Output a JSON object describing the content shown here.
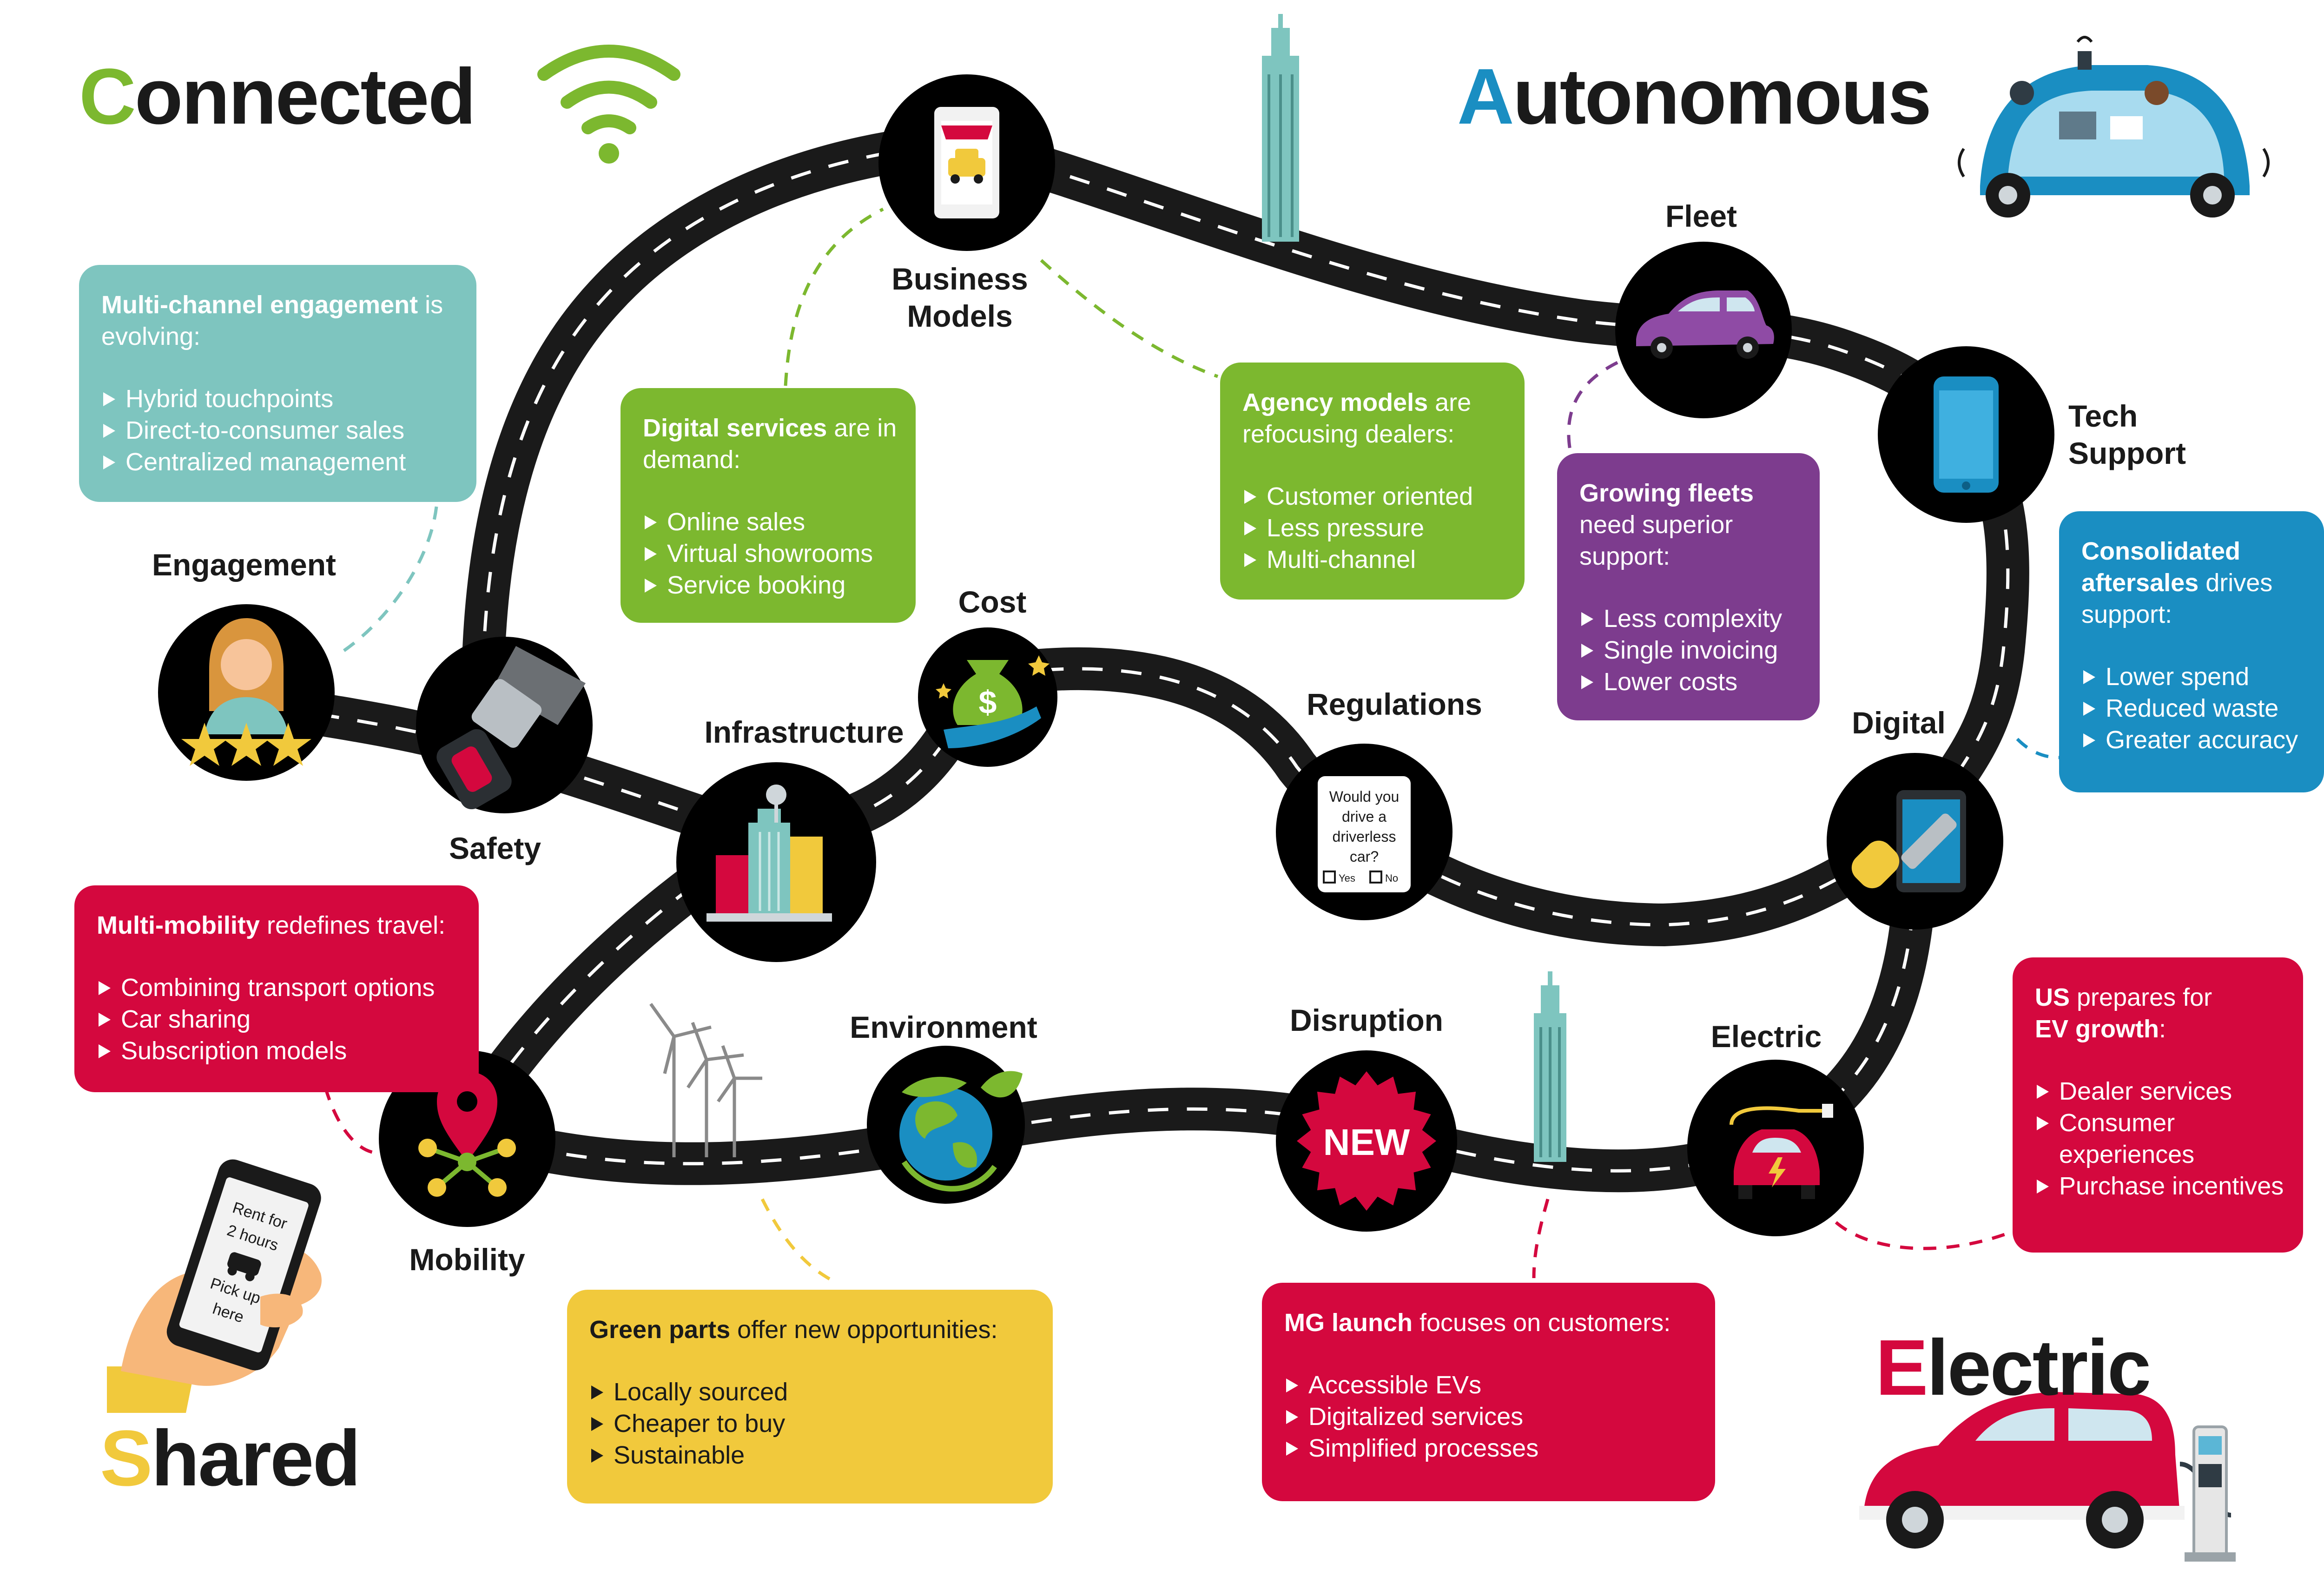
{
  "colors": {
    "road": "#1a1a1a",
    "road_stripe": "#ffffff",
    "node": "#000000",
    "connected_green": "#7cb82f",
    "autonomous_blue": "#1a8ec2",
    "shared_yellow": "#f1c93c",
    "electric_red": "#d4083e",
    "teal": "#7ec5bf",
    "purple": "#7d3c8e"
  },
  "titles": {
    "connected": {
      "first": "C",
      "rest": "onnected"
    },
    "autonomous": {
      "first": "A",
      "rest": "utonomous"
    },
    "shared": {
      "first": "S",
      "rest": "hared"
    },
    "electric": {
      "first": "E",
      "rest": "lectric"
    }
  },
  "nodes": {
    "business_models": {
      "label": "Business\nModels",
      "icon": "storefront-phone-icon"
    },
    "fleet": {
      "label": "Fleet",
      "icon": "car-icon"
    },
    "tech_support": {
      "label": "Tech\nSupport",
      "icon": "smartphone-icon"
    },
    "engagement": {
      "label": "Engagement",
      "icon": "customer-rating-icon"
    },
    "safety": {
      "label": "Safety",
      "icon": "seatbelt-icon"
    },
    "infrastructure": {
      "label": "Infrastructure",
      "icon": "city-buildings-icon"
    },
    "cost": {
      "label": "Cost",
      "icon": "money-bag-icon"
    },
    "regulations": {
      "label": "Regulations",
      "icon": "survey-card-icon"
    },
    "digital": {
      "label": "Digital",
      "icon": "tablet-screwdriver-icon"
    },
    "mobility": {
      "label": "Mobility",
      "icon": "location-pin-network-icon"
    },
    "environment": {
      "label": "Environment",
      "icon": "earth-leaf-icon"
    },
    "disruption": {
      "label": "Disruption",
      "icon": "new-badge-icon"
    },
    "electric": {
      "label": "Electric",
      "icon": "electric-car-icon"
    }
  },
  "survey_card": {
    "question": "Would you drive a driverless car?",
    "yes": "Yes",
    "no": "No"
  },
  "new_badge": "NEW",
  "phone_screen": [
    "Rent for",
    "2 hours",
    "Pick up",
    "here"
  ],
  "boxes": {
    "multichannel": {
      "bold": "Multi-channel engagement",
      "rest": " is evolving:",
      "items": [
        "Hybrid touchpoints",
        "Direct-to-consumer sales",
        "Centralized management"
      ]
    },
    "digital_services": {
      "bold": "Digital services",
      "rest": " are in demand:",
      "items": [
        "Online sales",
        "Virtual showrooms",
        "Service booking"
      ]
    },
    "agency_models": {
      "bold": "Agency models",
      "rest": " are refocusing dealers:",
      "items": [
        "Customer oriented",
        "Less pressure",
        "Multi-channel"
      ]
    },
    "growing_fleets": {
      "bold": "Growing fleets",
      "rest": " need superior support:",
      "items": [
        "Less complexity",
        "Single invoicing",
        "Lower costs"
      ]
    },
    "consolidated_aftersales": {
      "bold": "Consolidated aftersales",
      "rest": " drives support:",
      "items": [
        "Lower spend",
        "Reduced waste",
        "Greater accuracy"
      ]
    },
    "multi_mobility": {
      "bold": "Multi-mobility",
      "rest": " redefines travel:",
      "items": [
        "Combining transport options",
        "Car sharing",
        "Subscription models"
      ]
    },
    "green_parts": {
      "bold": "Green parts",
      "rest": " offer new opportunities:",
      "items": [
        "Locally sourced",
        "Cheaper to buy",
        "Sustainable"
      ]
    },
    "mg_launch": {
      "bold": "MG launch",
      "rest": " focuses on customers:",
      "items": [
        "Accessible EVs",
        "Digitalized services",
        "Simplified processes"
      ]
    },
    "us_ev": {
      "bold": "US",
      "rest": " prepares for",
      "bold2": "EV growth",
      "rest2": ":",
      "items": [
        "Dealer services",
        "Consumer experiences",
        "Purchase incentives"
      ]
    }
  }
}
